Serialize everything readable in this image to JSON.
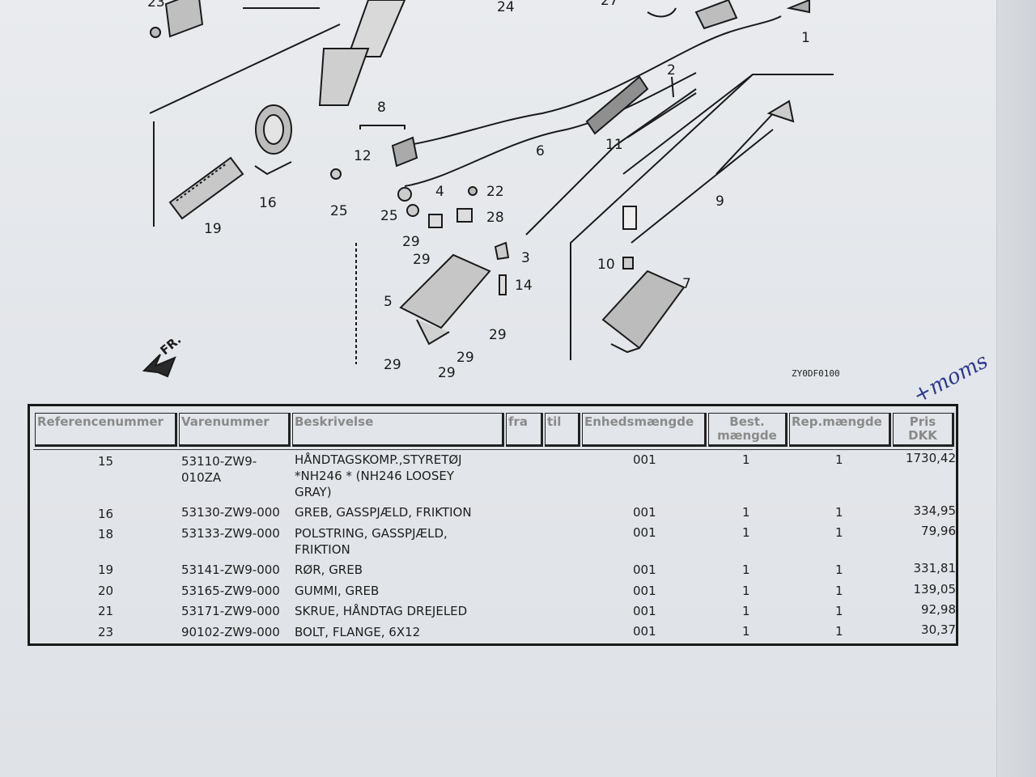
{
  "diagram": {
    "callouts": [
      "23",
      "24",
      "27",
      "1",
      "2",
      "8",
      "12",
      "6",
      "11",
      "16",
      "19",
      "25",
      "4",
      "22",
      "25",
      "28",
      "9",
      "29",
      "29",
      "3",
      "14",
      "10",
      "7",
      "5",
      "29",
      "29",
      "29",
      "29"
    ],
    "direction_label": "FR.",
    "drawing_code": "ZY0DF0100"
  },
  "handwriting": "+moms",
  "table": {
    "headers": {
      "ref": "Referencenummer",
      "varenummer": "Varenummer",
      "beskrivelse": "Beskrivelse",
      "fra": "fra",
      "til": "til",
      "enhed": "Enhedsmængde",
      "best_line1": "Best.",
      "best_line2": "mængde",
      "rep": "Rep.mængde",
      "pris_line1": "Pris",
      "pris_line2": "DKK"
    },
    "rows": [
      {
        "ref": "15",
        "var1": "53110-ZW9-",
        "var2": "010ZA",
        "d1": "HÅNDTAGSKOMP.,STYRETØJ",
        "d2": "*NH246 * (NH246 LOOSEY",
        "d3": "GRAY)",
        "enhed": "001",
        "best": "1",
        "rep": "1",
        "pris": "1730,42"
      },
      {
        "ref": "16",
        "var1": "53130-ZW9-000",
        "d1": "GREB, GASSPJÆLD, FRIKTION",
        "enhed": "001",
        "best": "1",
        "rep": "1",
        "pris": "334,95"
      },
      {
        "ref": "18",
        "var1": "53133-ZW9-000",
        "d1": "POLSTRING, GASSPJÆLD,",
        "d2": "FRIKTION",
        "enhed": "001",
        "best": "1",
        "rep": "1",
        "pris": "79,96"
      },
      {
        "ref": "19",
        "var1": "53141-ZW9-000",
        "d1": "RØR, GREB",
        "enhed": "001",
        "best": "1",
        "rep": "1",
        "pris": "331,81"
      },
      {
        "ref": "20",
        "var1": "53165-ZW9-000",
        "d1": "GUMMI, GREB",
        "enhed": "001",
        "best": "1",
        "rep": "1",
        "pris": "139,05"
      },
      {
        "ref": "21",
        "var1": "53171-ZW9-000",
        "d1": "SKRUE, HÅNDTAG DREJELED",
        "enhed": "001",
        "best": "1",
        "rep": "1",
        "pris": "92,98"
      },
      {
        "ref": "23",
        "var1": "90102-ZW9-000",
        "d1": "BOLT, FLANGE, 6X12",
        "enhed": "001",
        "best": "1",
        "rep": "1",
        "pris": "30,37"
      }
    ]
  }
}
